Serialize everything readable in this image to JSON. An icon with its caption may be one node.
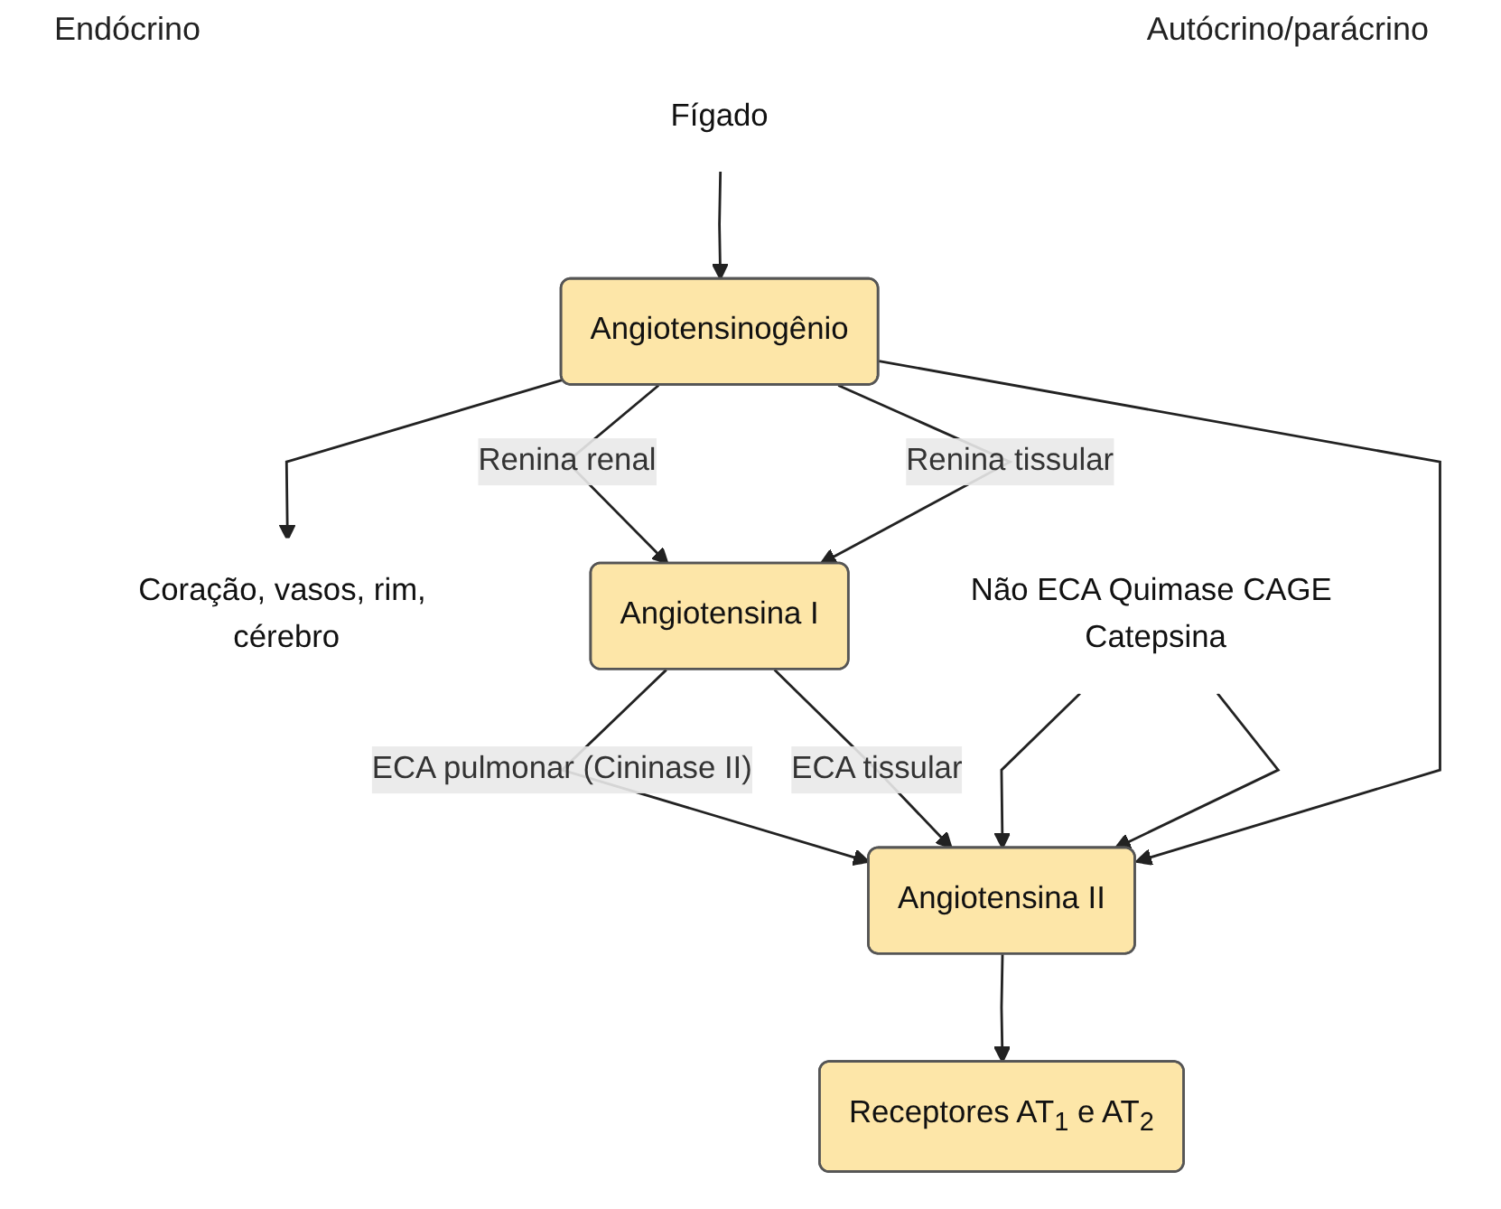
{
  "diagram": {
    "nodes": [
      {
        "text": [
          "Fígado"
        ]
      },
      {
        "text": [
          "Coração, vasos, rim, cérebro"
        ]
      },
      {
        "text": [
          "Angiotensinogênio"
        ]
      },
      {
        "text": [
          "Angiotensina I"
        ]
      },
      {
        "text": [
          "Angiotensina II"
        ]
      },
      {
        "text": [
          "Receptores AT$_{1}$ e AT$_{2}$"
        ]
      },
      {
        "text": [
          "Não ECA Quimase CAGE Catepsina"
        ]
      }
    ],
    "edges": [
      {
        "from": 0,
        "to": 2,
        "arrow": "to"
      },
      {
        "from": 2,
        "to": 1,
        "arrow": "to"
      },
      {
        "from": 2,
        "to": 3,
        "arrow": "to",
        "label": "Renina renal"
      },
      {
        "from": 2,
        "to": 3,
        "arrow": "to",
        "label": "Renina tissular"
      },
      {
        "from": 3,
        "to": 4,
        "arrow": "to",
        "label": "ECA pulmonar (Cininase II)"
      },
      {
        "from": 3,
        "to": 4,
        "arrow": "to",
        "label": "ECA tissular"
      },
      {
        "from": 6,
        "to": 4,
        "arrow": "to"
      },
      {
        "from": 2,
        "to": 4,
        "arrow": "to"
      },
      {
        "from": 6,
        "to": 4,
        "arrow": "to"
      },
      {
        "from": 4,
        "to": 5,
        "arrow": "to"
      }
    ],
    "labels": [
      "Endócrino",
      "Autócrino/parácrino"
    ]
  }
}
